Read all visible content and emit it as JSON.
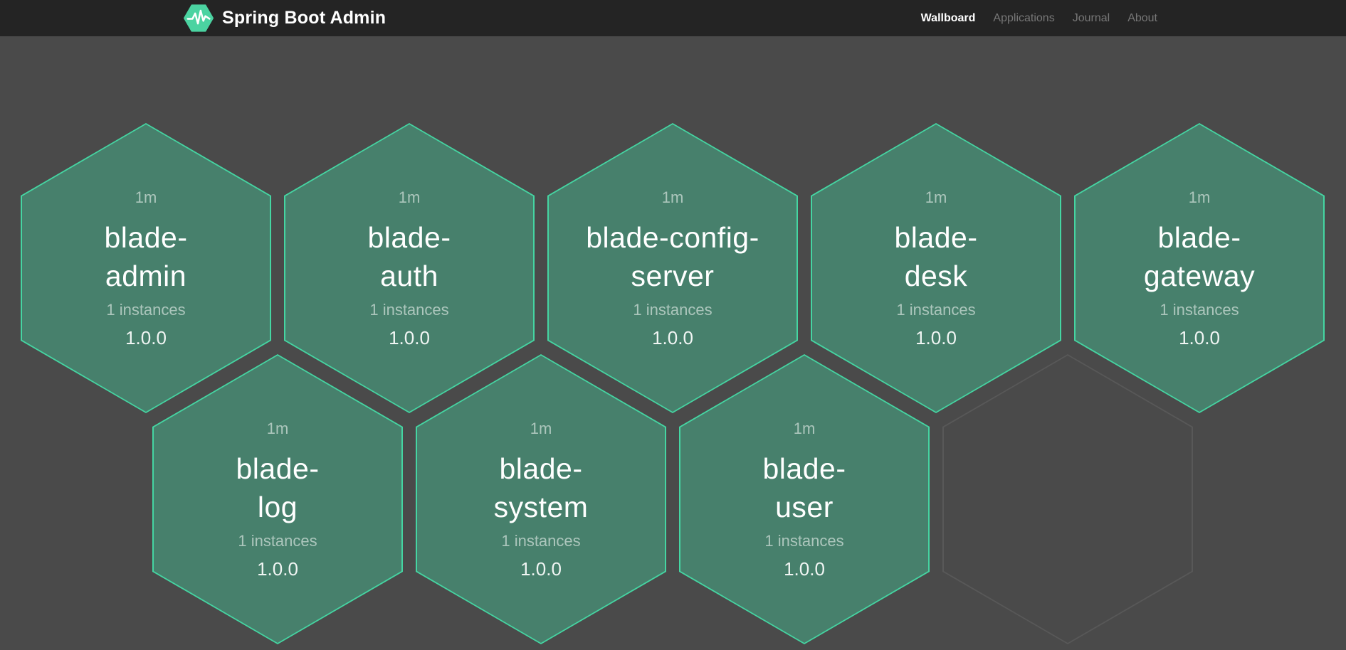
{
  "header": {
    "brand": "Spring Boot Admin",
    "logo_icon": "pulse-hexagon-icon",
    "nav": [
      {
        "label": "Wallboard",
        "active": true
      },
      {
        "label": "Applications",
        "active": false
      },
      {
        "label": "Journal",
        "active": false
      },
      {
        "label": "About",
        "active": false
      }
    ]
  },
  "wallboard": {
    "hexagons": [
      {
        "uptime": "1m",
        "name_line1": "blade-",
        "name_line2": "admin",
        "instances": "1 instances",
        "version": "1.0.0",
        "status": "up"
      },
      {
        "uptime": "1m",
        "name_line1": "blade-",
        "name_line2": "auth",
        "instances": "1 instances",
        "version": "1.0.0",
        "status": "up"
      },
      {
        "uptime": "1m",
        "name_line1": "blade-config-",
        "name_line2": "server",
        "instances": "1 instances",
        "version": "1.0.0",
        "status": "up"
      },
      {
        "uptime": "1m",
        "name_line1": "blade-",
        "name_line2": "desk",
        "instances": "1 instances",
        "version": "1.0.0",
        "status": "up"
      },
      {
        "uptime": "1m",
        "name_line1": "blade-",
        "name_line2": "gateway",
        "instances": "1 instances",
        "version": "1.0.0",
        "status": "up"
      },
      {
        "uptime": "1m",
        "name_line1": "blade-",
        "name_line2": "log",
        "instances": "1 instances",
        "version": "1.0.0",
        "status": "up"
      },
      {
        "uptime": "1m",
        "name_line1": "blade-",
        "name_line2": "system",
        "instances": "1 instances",
        "version": "1.0.0",
        "status": "up"
      },
      {
        "uptime": "1m",
        "name_line1": "blade-",
        "name_line2": "user",
        "instances": "1 instances",
        "version": "1.0.0",
        "status": "up"
      }
    ],
    "empty_slot_count": 1
  },
  "colors": {
    "page_background": "#4a4a4a",
    "header_background": "#242424",
    "hexagon_fill": "#47806c",
    "hexagon_border": "#45d5a2",
    "empty_hexagon_border": "#585858",
    "logo_green": "#4bd3a1",
    "text_primary": "#ffffff",
    "text_muted": "#9aa8a2",
    "nav_inactive": "#777777"
  }
}
